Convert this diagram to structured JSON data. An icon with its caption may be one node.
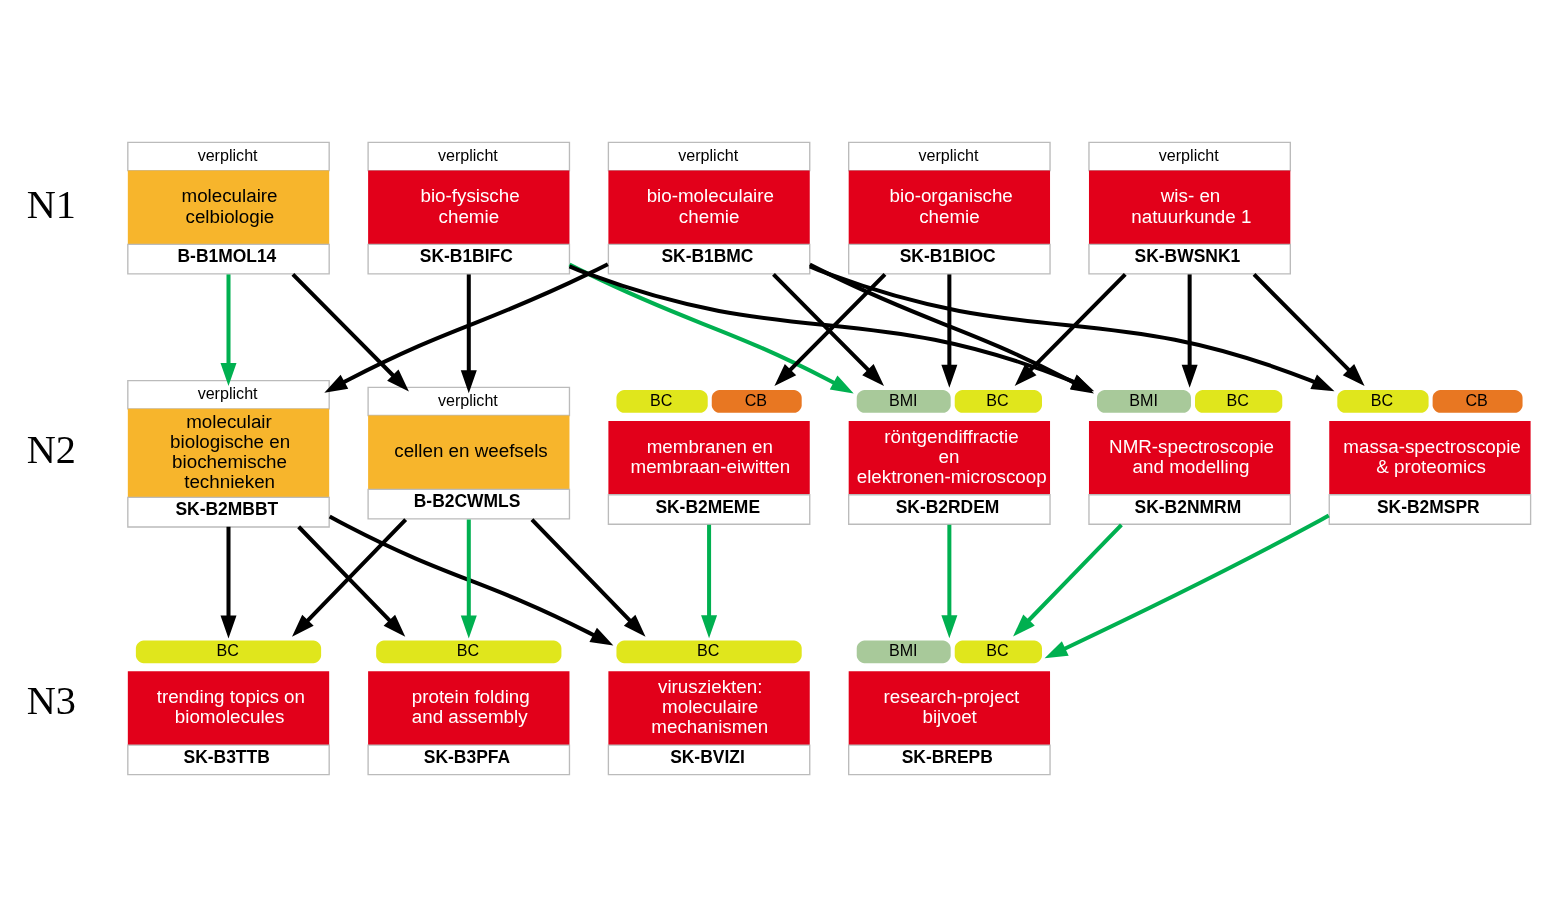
{
  "diagram": {
    "nodes": [
      {
        "text": [
          "verplicht",
          "moleculaire celbiologie",
          "B-B1MOL14"
        ]
      },
      {
        "text": [
          "verplicht",
          "bio-fysische chemie",
          "SK-B1BIFC"
        ]
      },
      {
        "text": [
          "verplicht",
          "bio-moleculaire chemie",
          "SK-B1BMC"
        ]
      },
      {
        "text": [
          "verplicht",
          "bio-organische chemie",
          "SK-B1BIOC"
        ]
      },
      {
        "text": [
          "verplicht",
          "wis- en natuurkunde 1",
          "SK-BWSNK1"
        ]
      },
      {
        "text": [
          "verplicht",
          "moleculair biologische en biochemische technieken",
          "SK-B2MBBT"
        ]
      },
      {
        "text": [
          "verplicht",
          "cellen en weefsels",
          "B-B2CWMLS"
        ]
      },
      {
        "text": [
          "BC",
          "CB",
          "membranen en membraan-eiwitten",
          "SK-B2MEME"
        ]
      },
      {
        "text": [
          "BMI",
          "BC",
          "röntgendiffractie en elektronen-microscoop",
          "SK-B2RDEM"
        ]
      },
      {
        "text": [
          "BMI",
          "BC",
          "NMR-spectroscopie and modelling",
          "SK-B2NMRM"
        ]
      },
      {
        "text": [
          "BC",
          "CB",
          "massa-spectroscopie & proteomics",
          "SK-B2MSPR"
        ]
      },
      {
        "text": [
          "BC",
          "trending topics on biomolecules",
          "SK-B3TTB"
        ]
      },
      {
        "text": [
          "BC",
          "protein folding and assembly",
          "SK-B3PFA"
        ]
      },
      {
        "text": [
          "BC",
          "virusziekten: moleculaire mechanismen",
          "SK-BVIZI"
        ]
      },
      {
        "text": [
          "BMI",
          "BC",
          "research-project bijvoet",
          "SK-BREPB"
        ]
      }
    ],
    "edges": [
      {
        "from": 0,
        "to": 5,
        "arrow": "to",
        "color": "#00b050"
      },
      {
        "from": 0,
        "to": 6,
        "arrow": "to"
      },
      {
        "from": 1,
        "to": 6,
        "arrow": "to"
      },
      {
        "from": 1,
        "to": 8,
        "arrow": "to",
        "color": "#00b050"
      },
      {
        "from": 1,
        "to": 9,
        "arrow": "to"
      },
      {
        "from": 2,
        "to": 5,
        "arrow": "to"
      },
      {
        "from": 2,
        "to": 8,
        "arrow": "to"
      },
      {
        "from": 2,
        "to": 9,
        "arrow": "to"
      },
      {
        "from": 2,
        "to": 10,
        "arrow": "to"
      },
      {
        "from": 3,
        "to": 7,
        "arrow": "to"
      },
      {
        "from": 3,
        "to": 8,
        "arrow": "to"
      },
      {
        "from": 4,
        "to": 8,
        "arrow": "to"
      },
      {
        "from": 4,
        "to": 9,
        "arrow": "to"
      },
      {
        "from": 4,
        "to": 10,
        "arrow": "to"
      },
      {
        "from": 5,
        "to": 11,
        "arrow": "to"
      },
      {
        "from": 5,
        "to": 12,
        "arrow": "to"
      },
      {
        "from": 5,
        "to": 13,
        "arrow": "to"
      },
      {
        "from": 6,
        "to": 11,
        "arrow": "to"
      },
      {
        "from": 6,
        "to": 12,
        "arrow": "to",
        "color": "#00b050"
      },
      {
        "from": 6,
        "to": 13,
        "arrow": "to"
      },
      {
        "from": 7,
        "to": 13,
        "arrow": "to",
        "color": "#00b050"
      },
      {
        "from": 8,
        "to": 14,
        "arrow": "to",
        "color": "#00b050"
      },
      {
        "from": 9,
        "to": 14,
        "arrow": "to",
        "color": "#00b050"
      },
      {
        "from": 10,
        "to": 14,
        "arrow": "to",
        "color": "#00b050"
      }
    ],
    "labels": [
      "N1",
      "N2",
      "N3"
    ]
  }
}
